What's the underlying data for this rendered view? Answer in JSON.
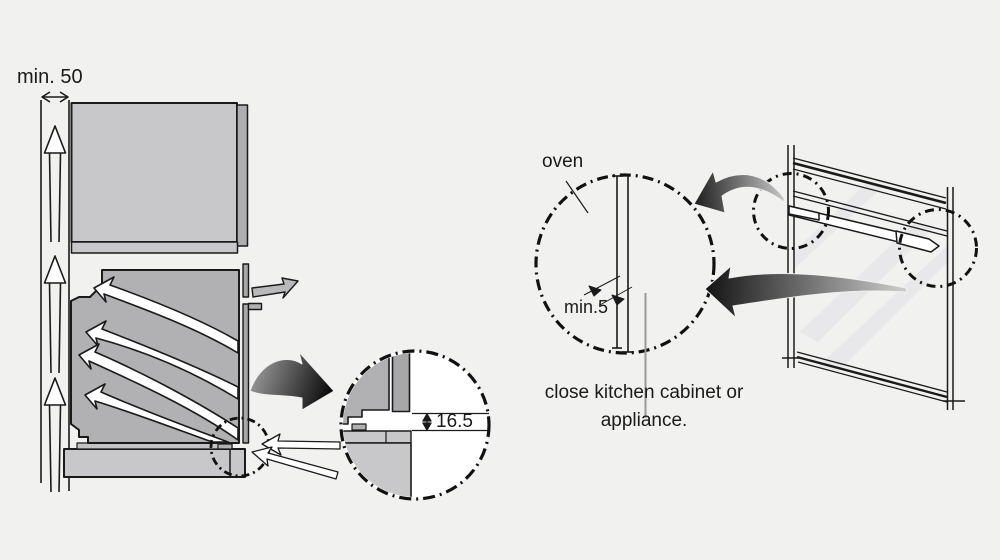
{
  "left_diagram": {
    "clearance_label": "min. 50",
    "detail_dimension": "16.5"
  },
  "right_diagram": {
    "oven_label": "oven",
    "gap_dimension": "min.5",
    "caption": "close kitchen cabinet or appliance."
  },
  "colors": {
    "background": "#f1f1ef",
    "outline": "#1a1a1a",
    "cabinet_gray": "#c8c8ca",
    "oven_gray": "#b1b1b3",
    "door_gray": "#a7a7a9",
    "glass_highlight": "#e8e8ea",
    "arrow_dark": "#111111"
  }
}
